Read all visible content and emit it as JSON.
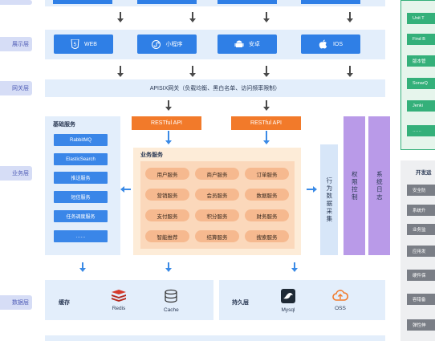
{
  "layers": {
    "presentation": "展示层",
    "gateway": "网关层",
    "business": "业务层",
    "data": "数据层"
  },
  "platforms": [
    {
      "label": "WEB",
      "icon": "html5-icon"
    },
    {
      "label": "小程序",
      "icon": "miniprogram-icon"
    },
    {
      "label": "安卓",
      "icon": "android-icon"
    },
    {
      "label": "IOS",
      "icon": "apple-icon"
    }
  ],
  "gateway": {
    "label": "APISIX网关（负载均衡、黑白名单、访问频率限制）"
  },
  "api": {
    "left": "RESTful API",
    "right": "RESTful API"
  },
  "base_services": {
    "title": "基础服务",
    "items": [
      "RabbitMQ",
      "ElasticSearch",
      "推送服务",
      "短信服务",
      "任务调度服务",
      "……"
    ]
  },
  "business_services": {
    "title": "业务服务",
    "items": [
      [
        "用户服务",
        "商户服务",
        "订单服务"
      ],
      [
        "营销服务",
        "会员服务",
        "数据服务"
      ],
      [
        "支付服务",
        "积分服务",
        "财务服务"
      ],
      [
        "智能推荐",
        "结算服务",
        "搜索服务"
      ]
    ]
  },
  "side_columns": {
    "behavior": "行为数据采集",
    "permission": "权限控制",
    "log": "系统日志"
  },
  "data_layer": {
    "cache_title": "缓存",
    "cache_items": [
      {
        "label": "Redis",
        "icon": "redis-icon"
      },
      {
        "label": "Cache",
        "icon": "database-icon"
      }
    ],
    "persist_title": "持久层",
    "persist_items": [
      {
        "label": "Mysql",
        "icon": "mysql-icon"
      },
      {
        "label": "OSS",
        "icon": "cloud-icon"
      }
    ]
  },
  "right_top": {
    "items": [
      "Unit T",
      "Find B",
      "版本管",
      "SonarQ",
      "Jenki",
      "……"
    ]
  },
  "right_bottom": {
    "title": "开发运",
    "items": [
      "安全防",
      "系统升",
      "业务监",
      "应用发",
      "硬件保",
      "容错备",
      "弹性伸"
    ]
  },
  "colors": {
    "blue": "#2f7fe6",
    "orange": "#f27a2a",
    "peach": "#f6b98f",
    "purple": "#b99ae8",
    "green": "#34b07a",
    "gray": "#7a7e86",
    "band": "#e3eefb"
  }
}
